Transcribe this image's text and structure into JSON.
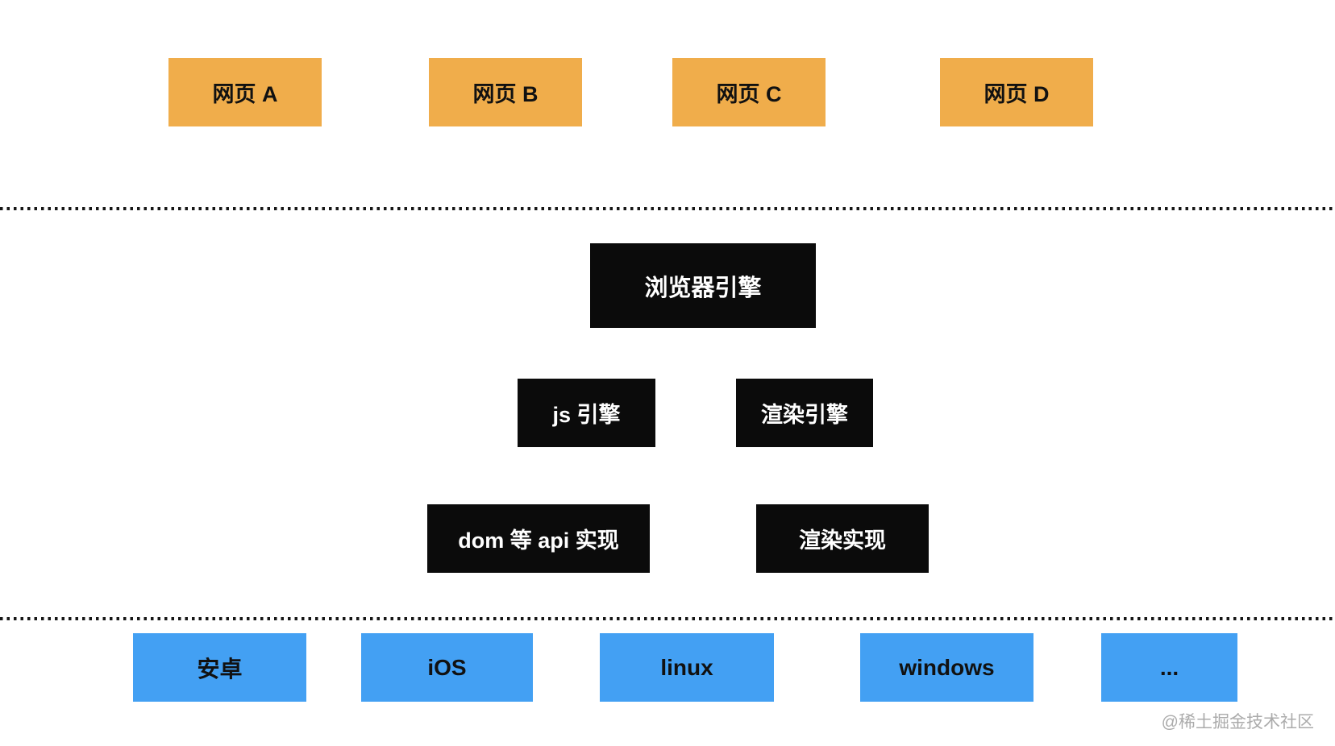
{
  "diagram": {
    "title_context": "browser architecture layers",
    "web_pages": {
      "items": [
        {
          "label": "网页 A"
        },
        {
          "label": "网页 B"
        },
        {
          "label": "网页 C"
        },
        {
          "label": "网页 D"
        }
      ]
    },
    "browser_engine": {
      "label": "浏览器引擎"
    },
    "engines": {
      "items": [
        {
          "label": "js 引擎"
        },
        {
          "label": "渲染引擎"
        }
      ]
    },
    "implementations": {
      "items": [
        {
          "label": "dom 等 api 实现"
        },
        {
          "label": "渲染实现"
        }
      ]
    },
    "platforms": {
      "items": [
        {
          "label": "安卓"
        },
        {
          "label": "iOS"
        },
        {
          "label": "linux"
        },
        {
          "label": "windows"
        },
        {
          "label": "..."
        }
      ]
    },
    "watermark": "@稀土掘金技术社区",
    "colors": {
      "web_page_bg": "#f0ad4b",
      "engine_bg": "#0b0b0b",
      "engine_text": "#ffffff",
      "platform_bg": "#43a0f3",
      "separator_dots": "#161616",
      "watermark_text": "#ababab",
      "page_bg": "#ffffff"
    }
  }
}
